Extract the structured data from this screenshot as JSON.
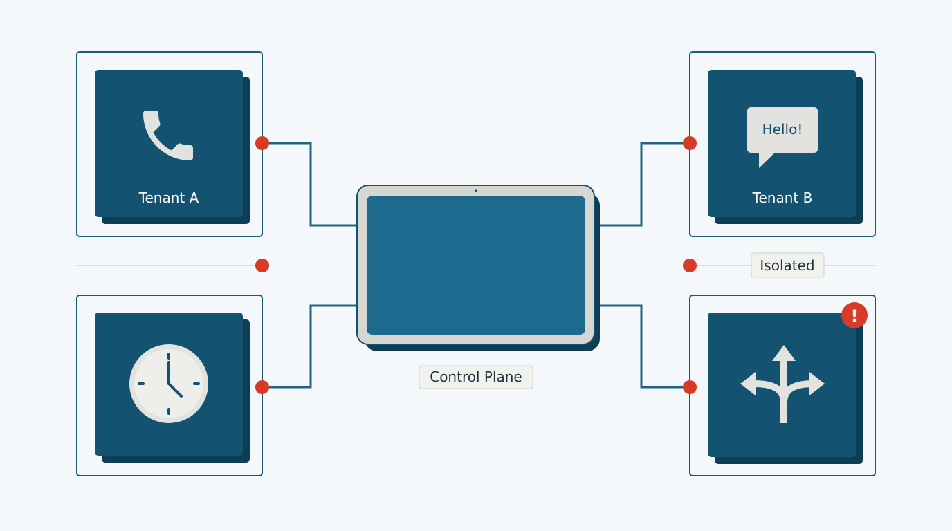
{
  "tenants": [
    {
      "label": "Tenant A",
      "icon": "phone-icon"
    },
    {
      "label": "",
      "icon": "clock-icon"
    },
    {
      "label": "Tenant B",
      "icon": "speech-bubble-icon",
      "bubble_text": "Hello!"
    },
    {
      "label": "",
      "icon": "split-arrows-icon",
      "alert": true
    }
  ],
  "control_plane": {
    "label": "Control Plane",
    "icon": "tablet-icon"
  },
  "isolated_label": "Isolated",
  "alert_glyph": "!",
  "colors": {
    "background": "#f4f8fa",
    "tile": "#145272",
    "tile_shadow": "#0e3d56",
    "frame": "#1d5a74",
    "connector": "#1f6583",
    "node": "#d83a26",
    "screen": "#1c6b8f",
    "bezel": "#d6d6d2",
    "icon": "#e2e2de",
    "divider": "#d4d9dc"
  }
}
